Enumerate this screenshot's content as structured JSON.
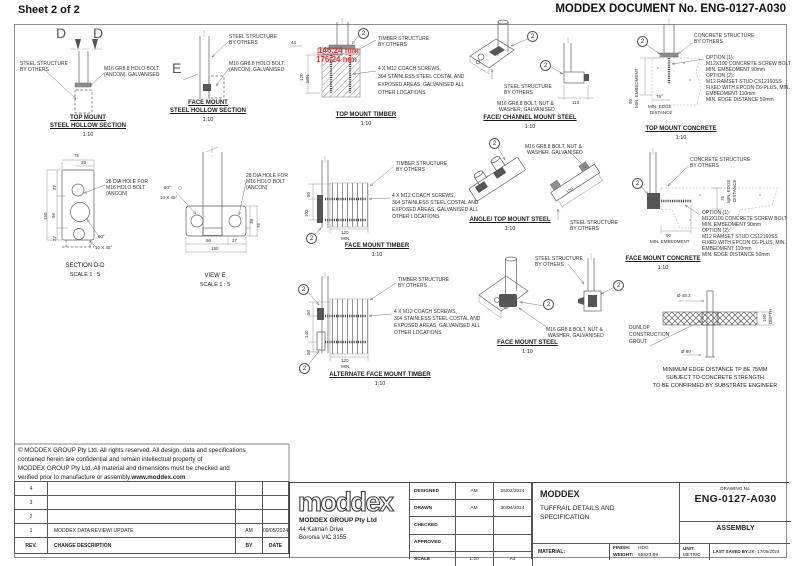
{
  "header": {
    "sheet": "Sheet 2 of 2",
    "doc_no": "MODDEX DOCUMENT No. ENG-0127-A030"
  },
  "shared": {
    "balloon": "2",
    "timber_structure": [
      "TIMBER STRUCTURE",
      "BY OTHERS"
    ],
    "steel_structure": [
      "STEEL STRUCTURE",
      "BY OTHERS"
    ],
    "concrete_structure": [
      "CONCRETE STRUCTURE",
      "BY OTHERS"
    ],
    "coach_screws": [
      "4 X M12 COACH SCREWS,",
      "304 STAINLESS STEEL COSTAL AND",
      "EXPOSED AREAS, GALVANISED ALL",
      "OTHER LOCATIONS"
    ],
    "bolt_nut": [
      "M16 GR8.8 BOLT, NUT &",
      "WASHER, GALVANISED"
    ],
    "holo_bolt": [
      "M16 GR8.8 HOLO BOLT.",
      "(ANCON), GALVANISED"
    ],
    "hole_label": [
      "28 DIA HOLE FOR",
      "M16 HOLO BOLT",
      "(ANCON)"
    ],
    "options": [
      "OPTION (1):",
      "M12X100 CONCRETE SCREW BOLT",
      "MIN. EMBEDMENT 90mm",
      "OPTION (2):",
      "M12 RAMSET STUD CS12160SS",
      "FIXED WITH EPCON C6-PLUS, MIN.",
      "EMBEDMENT 110mm",
      "MIN. EDGE DISTANCE 50mm"
    ],
    "scale_110": "1:10",
    "scale_15": "SCALE 1 : 5",
    "min": "MIN.",
    "chamfer": "10 X 45°",
    "angle60": "60°"
  },
  "d1": {
    "mark": "D",
    "title1": "TOP MOUNT",
    "title2": "STEEL HOLLOW SECTION"
  },
  "d2": {
    "mark": "E",
    "title1": "FACE MOUNT",
    "title2": "STEEL HOLLOW SECTION"
  },
  "d3": {
    "title": "TOP MOUNT TIMBER",
    "dim44": "44",
    "dim120": "120",
    "red_overlay": [
      "146.24 mm",
      "176.24 mm"
    ]
  },
  "d4": {
    "title": "FACE/ CHANNEL MOUNT STEEL",
    "dim110": "110"
  },
  "d5": {
    "title": "TOP MOUNT CONCRETE",
    "dim90": "90",
    "embed": "MIN. EMBEDMENT",
    "dim75": "75",
    "edge1": "MIN. EDGE",
    "edge2": "DISTANCE"
  },
  "d6": {
    "title": "SECTION D-D",
    "d76": "76",
    "d38": "38",
    "d27a": "27",
    "d96": "96",
    "d27b": "27",
    "d150": "150"
  },
  "d7": {
    "title": "VIEW E",
    "d96": "96",
    "d27": "27",
    "d150": "150",
    "d38": "38",
    "d76": "76"
  },
  "d8": {
    "title": "FACE MOUNT TIMBER",
    "d50": "50",
    "d102": "102",
    "d120": "120"
  },
  "d9": {
    "title": "ANGLE/ TOP MOUNT STEEL",
    "d120": "120"
  },
  "d10": {
    "title": "FACE MOUNT CONCRETE",
    "dim75": "75",
    "edge1": "MIN. EDGE",
    "edge2": "DISTANCE",
    "dim90": "90",
    "embed": "MIN. EMBEDMENT"
  },
  "d11": {
    "title": "ALTERNATE FACE MOUNT TIMBER",
    "d50a": "50",
    "d140": "140",
    "d50b": "50",
    "d120": "120"
  },
  "d12": {
    "title": "FACE MOUNT STEEL"
  },
  "d13": {
    "grout": [
      "DUNLOP",
      "CONSTRUCTION",
      "GROUT"
    ],
    "dia_top": "Ø 48.3",
    "dia_bot": "Ø 80",
    "depth_num": "150",
    "depth_lbl": "DEPTH",
    "note": [
      "MINIMUM EDGE DISTANCE TP BE 75MM",
      "SUBJECT TO CONCRETE STRENGTH",
      "TO BE CONFIRMED BY SUBSTRATE ENGINEER"
    ]
  },
  "copyright": [
    "© MODDEX GROUP Pty Ltd. All rights reserved. All design, data and specifications",
    "contained herein are confidential and remain intellectual property of",
    "MODDEX GROUP Pty Ltd. All material and dimensions must be checked and",
    "verified prior to manufacture or assembly."
  ],
  "copyright_url": "www.moddex.com",
  "revisions": {
    "headers": {
      "rev": "REV.",
      "desc": "CHANGE DESCRIPTION",
      "by": "BY",
      "date": "DATE"
    },
    "rows": [
      {
        "rev": "4",
        "desc": "",
        "by": "",
        "date": ""
      },
      {
        "rev": "3",
        "desc": "",
        "by": "",
        "date": ""
      },
      {
        "rev": "2",
        "desc": "",
        "by": "",
        "date": ""
      },
      {
        "rev": "1",
        "desc": "MODDEX DATA REVIEW/ UPDATE",
        "by": "AM",
        "date": "09/05/2024"
      }
    ]
  },
  "titleblock": {
    "logo": "moddex",
    "company": "MODDEX GROUP Pty Ltd",
    "addr1": "44 Kalman Drive",
    "addr2": "Boronia VIC 3155",
    "rows": [
      {
        "label": "DESIGNED",
        "v1": "AM",
        "v2": "26/02/2024"
      },
      {
        "label": "DRAWN",
        "v1": "AM",
        "v2": "30/04/2024"
      },
      {
        "label": "CHECKED",
        "v1": "",
        "v2": ""
      },
      {
        "label": "APPROVED",
        "v1": "",
        "v2": ""
      },
      {
        "label": "SCALE",
        "v1": "1:20",
        "v2": "A3"
      }
    ],
    "brand": "MODDEX",
    "title1": "TUFFRAIL DETAILS AND",
    "title2": "SPECIFICATION",
    "material_label": "MATERIAL:",
    "finish_label": "FINISH:",
    "finish": "HDG",
    "weight_label": "WEIGHT:",
    "weight": "55523.89",
    "drawing_no_label": "DRAWING No.",
    "drawing_no": "ENG-0127-A030",
    "assembly": "ASSEMBLY",
    "unit_label": "UNIT:",
    "unit": "METRIC",
    "saved_label": "LAST SAVED BY:",
    "saved": "ZK- 17/05/2024"
  }
}
